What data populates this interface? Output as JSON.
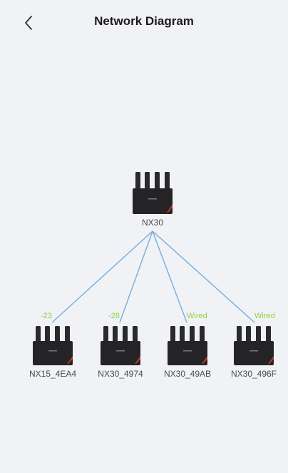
{
  "header": {
    "title": "Network Diagram",
    "back_icon": "chevron-left-icon"
  },
  "topology": {
    "root": {
      "name": "NX30",
      "icon": "router-icon"
    },
    "children": [
      {
        "name": "NX15_4EA4",
        "link": "-23"
      },
      {
        "name": "NX30_4974",
        "link": "-28"
      },
      {
        "name": "NX30_49AB",
        "link": "Wired"
      },
      {
        "name": "NX30_496F",
        "link": "Wired"
      }
    ]
  },
  "colors": {
    "background": "#f1f2f6",
    "link_line": "#74aedb",
    "signal_text": "#8ed13b",
    "router_body": "#2a2a2c",
    "router_accent": "#c0392b"
  }
}
